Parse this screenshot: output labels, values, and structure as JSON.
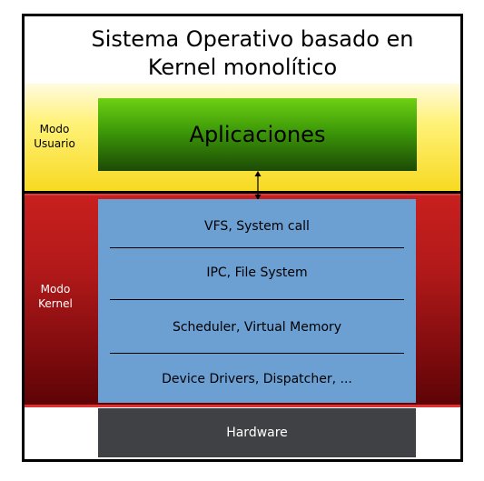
{
  "title": {
    "line1": "Sistema Operativo basado en",
    "line2": "Kernel monolítico"
  },
  "zones": {
    "user": {
      "line1": "Modo",
      "line2": "Usuario"
    },
    "kernel": {
      "line1": "Modo",
      "line2": "Kernel"
    }
  },
  "applications": "Aplicaciones",
  "kernel_layers": [
    "VFS, System call",
    "IPC, File System",
    "Scheduler, Virtual Memory",
    "Device Drivers, Dispatcher, ..."
  ],
  "hardware": "Hardware",
  "colors": {
    "user_zone": "#f7d91f",
    "kernel_zone": "#b3191a",
    "applications": "#3d9a08",
    "kernel_box": "#6c9fd2",
    "hardware": "#404144"
  }
}
